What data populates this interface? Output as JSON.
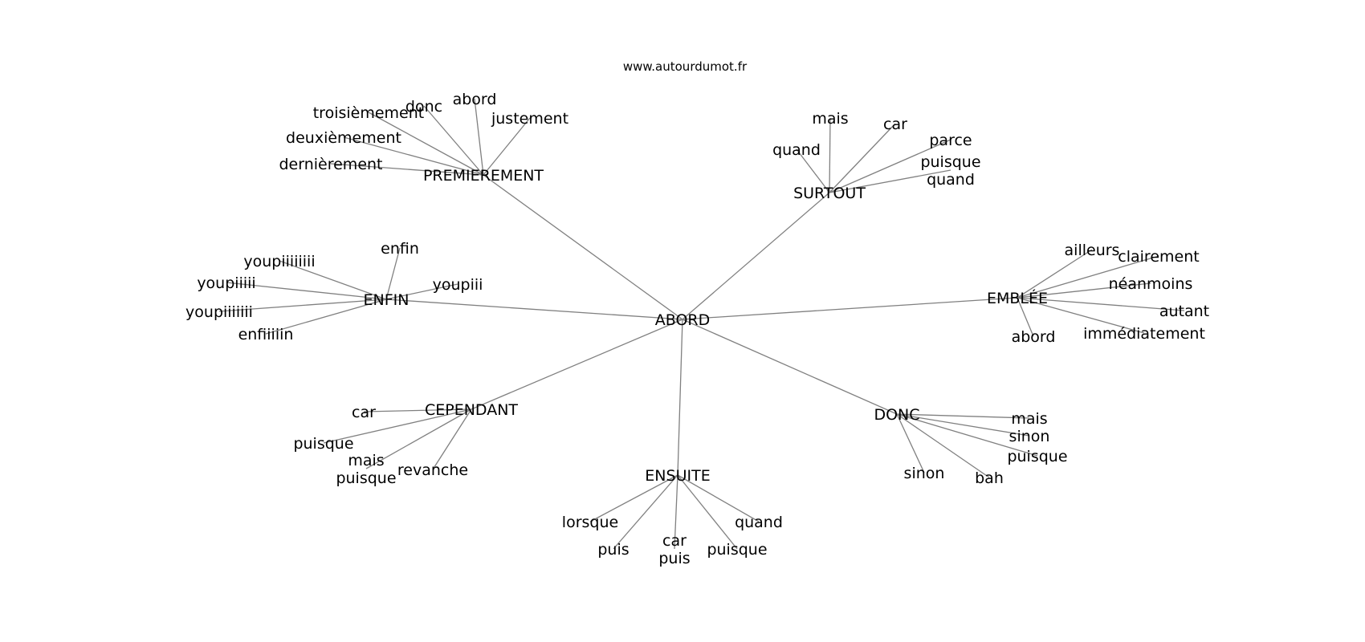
{
  "source": "www.autourdumot.fr",
  "center": "ABORD",
  "branches": [
    {
      "label": "PREMIEREMENT",
      "leaves": [
        "troisièmement",
        "donc",
        "abord",
        "justement",
        "deuxièmement",
        "dernièrement"
      ]
    },
    {
      "label": "SURTOUT",
      "leaves": [
        "mais",
        "car",
        "quand",
        "parce",
        "puisque\nquand"
      ]
    },
    {
      "label": "ENFIN",
      "leaves": [
        "youpiiiiiiii",
        "enfin",
        "youpiiiii",
        "youpiii",
        "youpiiiiiii",
        "enfiiiiin"
      ]
    },
    {
      "label": "EMBLÉE",
      "leaves": [
        "ailleurs",
        "clairement",
        "néanmoins",
        "autant",
        "abord",
        "immédiatement"
      ]
    },
    {
      "label": "CEPENDANT",
      "leaves": [
        "car",
        "puisque",
        "mais\npuisque",
        "revanche"
      ]
    },
    {
      "label": "DONC",
      "leaves": [
        "mais",
        "sinon",
        "puisque",
        "sinon",
        "bah"
      ]
    },
    {
      "label": "ENSUITE",
      "leaves": [
        "lorsque",
        "quand",
        "puis",
        "car\npuis",
        "puisque"
      ]
    }
  ]
}
